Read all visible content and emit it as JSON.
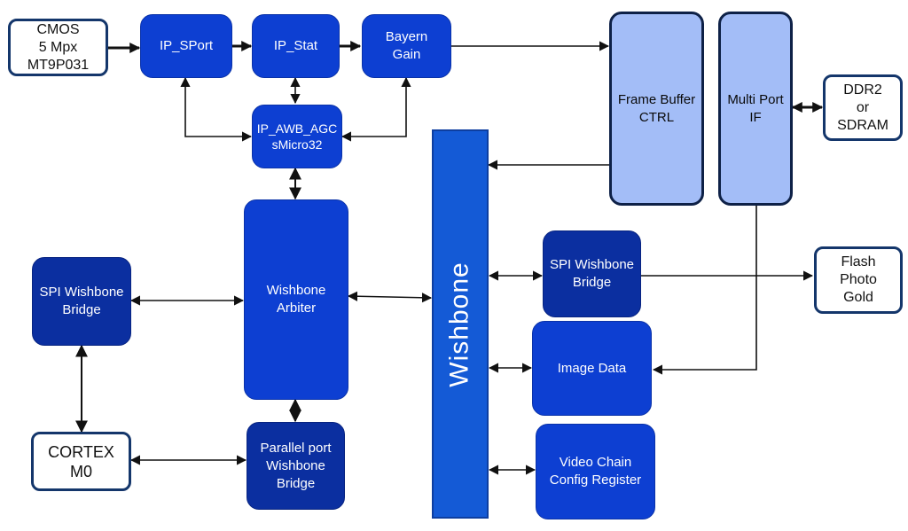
{
  "blocks": {
    "cmos": "CMOS\n5 Mpx\nMT9P031",
    "ip_sport": "IP_SPort",
    "ip_stat": "IP_Stat",
    "bayern_gain": "Bayern\nGain",
    "ip_awb_agc": "IP_AWB_AGC\nsMicro32",
    "wishbone_arbiter": "Wishbone\nArbiter",
    "spi_bridge_left": "SPI Wishbone\nBridge",
    "cortex": "CORTEX\nM0",
    "parallel_bridge": "Parallel port\nWishbone\nBridge",
    "wishbone_bus": "Wishbone",
    "frame_buffer": "Frame Buffer\nCTRL",
    "multi_port": "Multi Port\nIF",
    "ddr2": "DDR2\nor\nSDRAM",
    "spi_bridge_right": "SPI Wishbone\nBridge",
    "flash": "Flash\nPhoto\nGold",
    "image_data": "Image Data",
    "video_chain": "Video Chain\nConfig Register"
  },
  "colors": {
    "block_blue": "#0d3fd2",
    "block_dark": "#0b2fa0",
    "block_light": "#a3bdf7",
    "bus_blue": "#145ad6",
    "outline": "#14366b",
    "line": "#111111"
  }
}
